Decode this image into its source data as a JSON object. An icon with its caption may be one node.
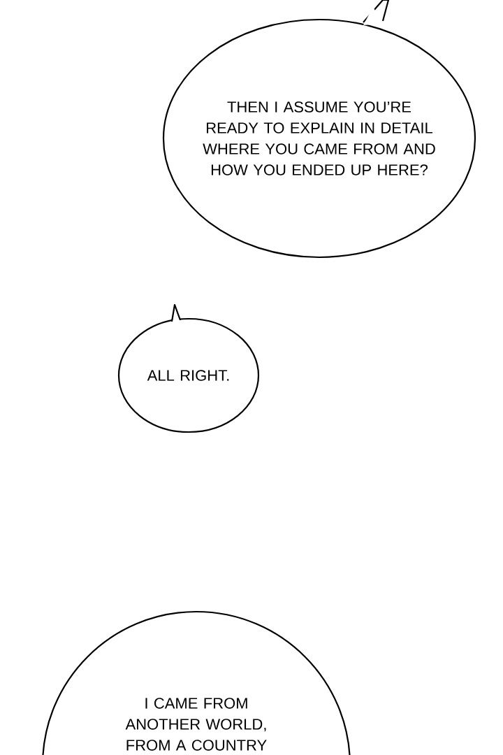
{
  "diagram": {
    "nodes": [
      {
        "text": [
          "THEN I ASSUME YOU’RE READY TO EXPLAIN IN DETAIL WHERE YOU CAME FROM AND HOW YOU ENDED UP HERE?"
        ]
      },
      {
        "text": [
          "ALL RIGHT."
        ]
      },
      {
        "text": [
          "I CAME FROM ANOTHER WORLD, FROM A COUNTRY"
        ]
      }
    ]
  }
}
